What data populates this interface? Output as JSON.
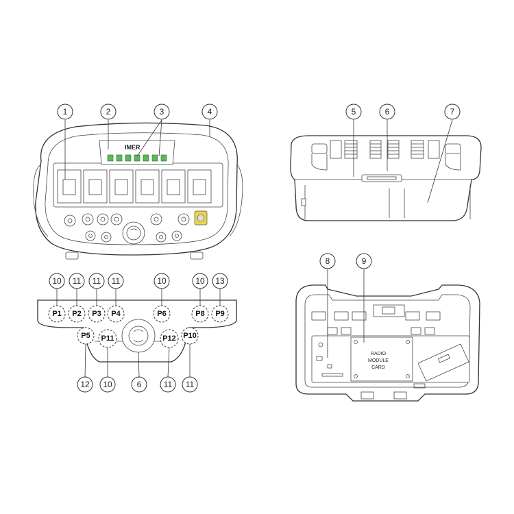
{
  "views": {
    "front": {
      "brand": "IMER",
      "callouts": [
        "1",
        "2",
        "3",
        "4"
      ]
    },
    "rear": {
      "callouts": [
        "5",
        "6",
        "7"
      ]
    },
    "buttons": {
      "labels": [
        "P1",
        "P2",
        "P3",
        "P4",
        "P5",
        "P6",
        "P8",
        "P9",
        "P10",
        "P11",
        "P12"
      ],
      "callouts_top": [
        "10",
        "11",
        "11",
        "11",
        "10",
        "10",
        "13"
      ],
      "callouts_bottom": [
        "12",
        "10",
        "6",
        "11",
        "11"
      ]
    },
    "internal": {
      "callouts": [
        "8",
        "9"
      ],
      "card_text": [
        "RADIO",
        "MODULE",
        "CARD"
      ]
    }
  },
  "colors": {
    "line": "#333333",
    "terminal_green": "#5cb85c",
    "key_yellow": "#e8d64a"
  }
}
